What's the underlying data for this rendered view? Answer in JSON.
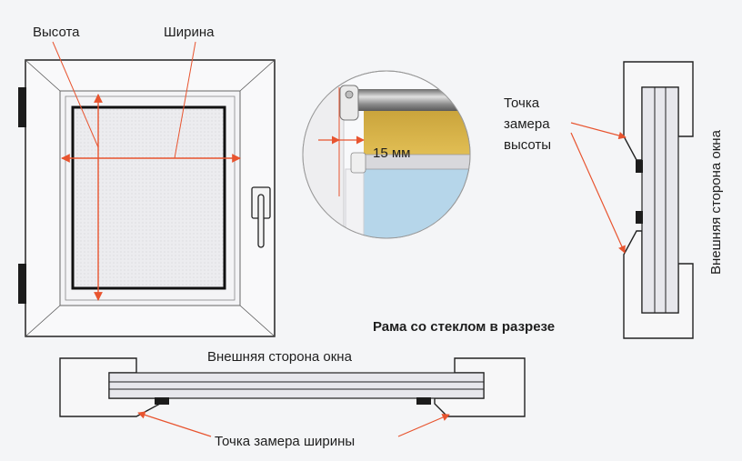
{
  "labels": {
    "height": "Высота",
    "width": "Ширина",
    "measure_height": [
      "Точка",
      "замера",
      "высоты"
    ],
    "outer_side_vertical": "Внешняя сторона окна",
    "section_title": "Рама со стеклом в разрезе",
    "outer_side_horizontal": "Внешняя сторона окна",
    "measure_width": "Точка замера ширины",
    "offset": "15 мм"
  },
  "colors": {
    "accent": "#e8542f",
    "frame_line": "#222222",
    "glass": "#e7e7ec",
    "background": "#f4f5f7"
  }
}
